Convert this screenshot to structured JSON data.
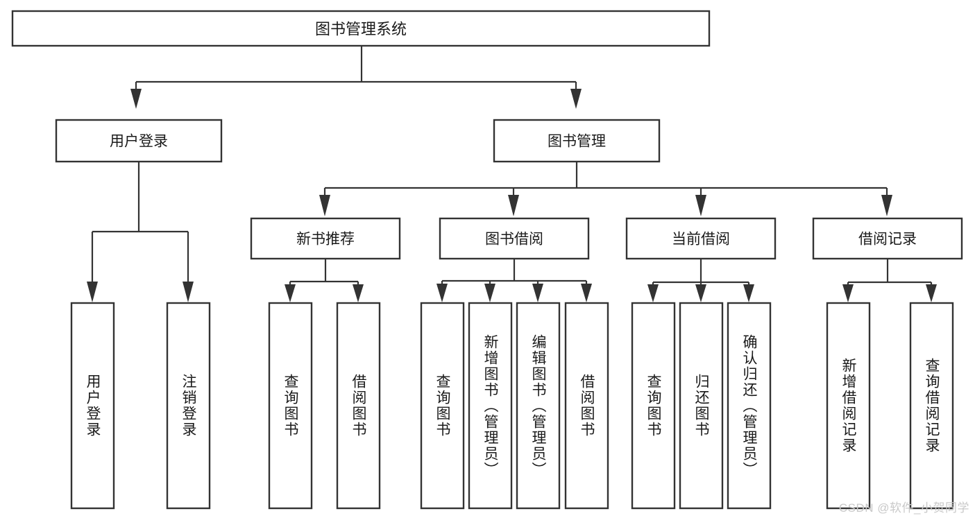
{
  "diagram": {
    "type": "hierarchy-tree",
    "title": "图书管理系统",
    "watermark": "CSDN @软件_小贺同学",
    "colors": {
      "box_stroke": "#333333",
      "box_fill": "#ffffff",
      "connector": "#333333",
      "text": "#1a1a1a",
      "background": "#ffffff",
      "watermark": "#c9c9c9"
    },
    "levels": {
      "root": {
        "label": "图书管理系统"
      },
      "level2": [
        {
          "label": "用户登录"
        },
        {
          "label": "图书管理"
        }
      ],
      "level3": [
        {
          "label": "新书推荐"
        },
        {
          "label": "图书借阅"
        },
        {
          "label": "当前借阅"
        },
        {
          "label": "借阅记录"
        }
      ]
    },
    "leaves": {
      "user_login": [
        {
          "label": "用户登录"
        },
        {
          "label": "注销登录"
        }
      ],
      "new_book_recommend": [
        {
          "label": "查询图书"
        },
        {
          "label": "借阅图书"
        }
      ],
      "book_borrow": [
        {
          "label": "查询图书"
        },
        {
          "label": "新增图书（管理员）"
        },
        {
          "label": "编辑图书（管理员）"
        },
        {
          "label": "借阅图书"
        }
      ],
      "current_borrow": [
        {
          "label": "查询图书"
        },
        {
          "label": "归还图书"
        },
        {
          "label": "确认归还（管理员）"
        }
      ],
      "borrow_record": [
        {
          "label": "新增借阅记录"
        },
        {
          "label": "查询借阅记录"
        }
      ]
    }
  }
}
